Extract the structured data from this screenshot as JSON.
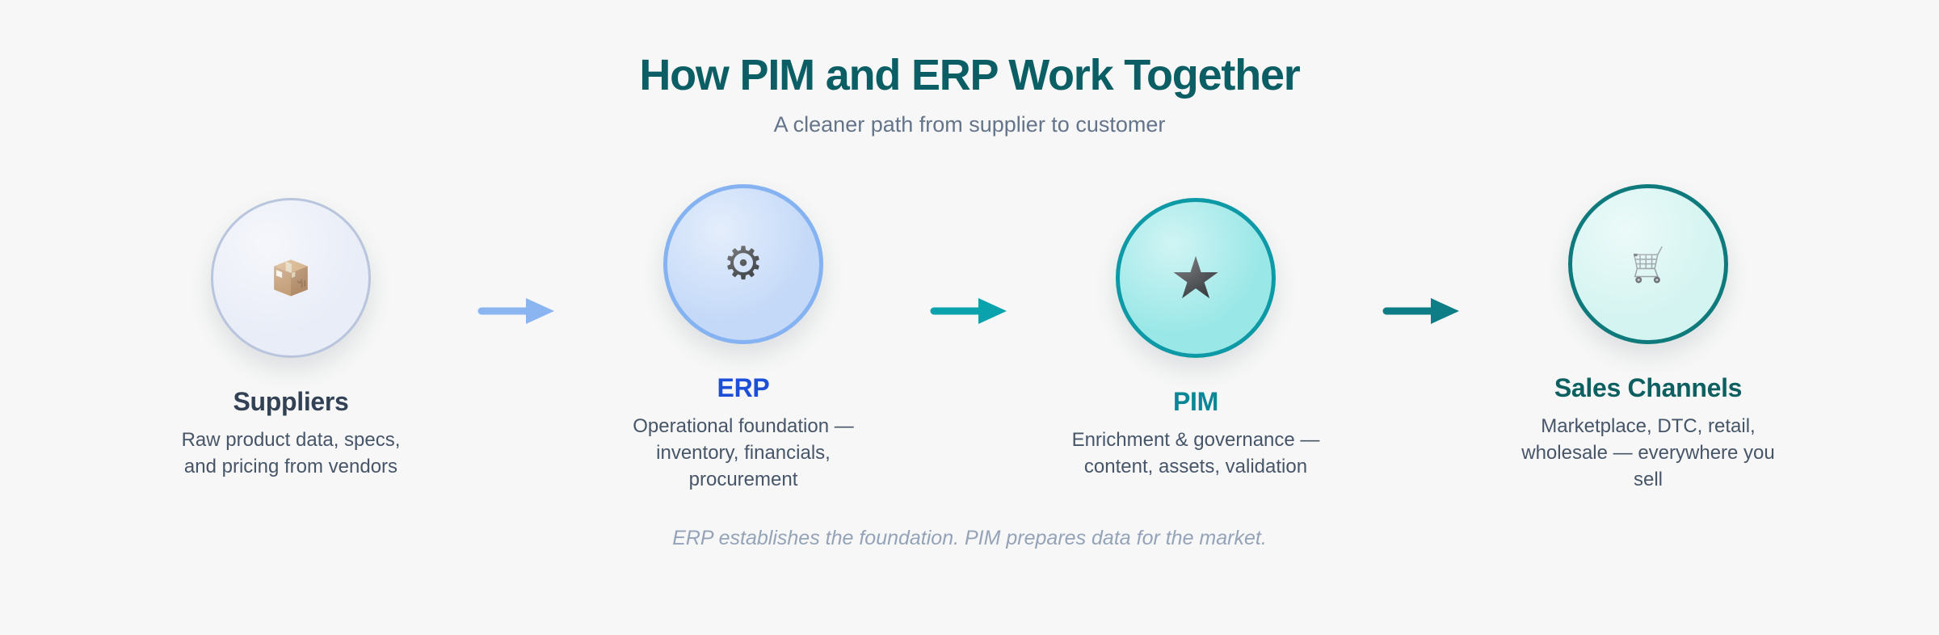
{
  "page": {
    "title": "How PIM and ERP Work Together",
    "subtitle": "A cleaner path from supplier to customer",
    "footnote": "ERP establishes the foundation. PIM prepares data for the market."
  },
  "colors": {
    "background": "#f6f7f6",
    "title": "#0b5f64",
    "subtitle": "#64748b",
    "description": "#475569",
    "footnote": "#94a3b8"
  },
  "flow": {
    "nodes": [
      {
        "id": "suppliers",
        "icon": "package-icon",
        "title": "Suppliers",
        "description": "Raw product data, specs, and pricing from vendors",
        "title_color": "#334155",
        "circle_fill": "#e9edf7",
        "circle_border": "#b9c5dd"
      },
      {
        "id": "erp",
        "icon": "gear-icon",
        "icon_glyph": "⚙",
        "title": "ERP",
        "description": "Operational foundation — inventory, financials, procurement",
        "title_color": "#1d4ed8",
        "circle_fill": "#c4d9f8",
        "circle_border": "#85b2f1"
      },
      {
        "id": "pim",
        "icon": "star-icon",
        "icon_glyph": "★",
        "title": "PIM",
        "description": "Enrichment & governance — content, assets, validation",
        "title_color": "#0a8796",
        "circle_fill": "#99e7e7",
        "circle_border": "#0d99a6"
      },
      {
        "id": "sales-channels",
        "icon": "shopping-cart-icon",
        "title": "Sales Channels",
        "description": "Marketplace, DTC, retail, wholesale — everywhere you sell",
        "title_color": "#0d5f60",
        "circle_fill": "#d4f4f1",
        "circle_border": "#0f7a7c"
      }
    ],
    "arrows": [
      {
        "from": "suppliers",
        "to": "erp",
        "color": "#8ab5f0"
      },
      {
        "from": "erp",
        "to": "pim",
        "color": "#0aa2ac"
      },
      {
        "from": "pim",
        "to": "sales-channels",
        "color": "#0f7d85"
      }
    ]
  }
}
